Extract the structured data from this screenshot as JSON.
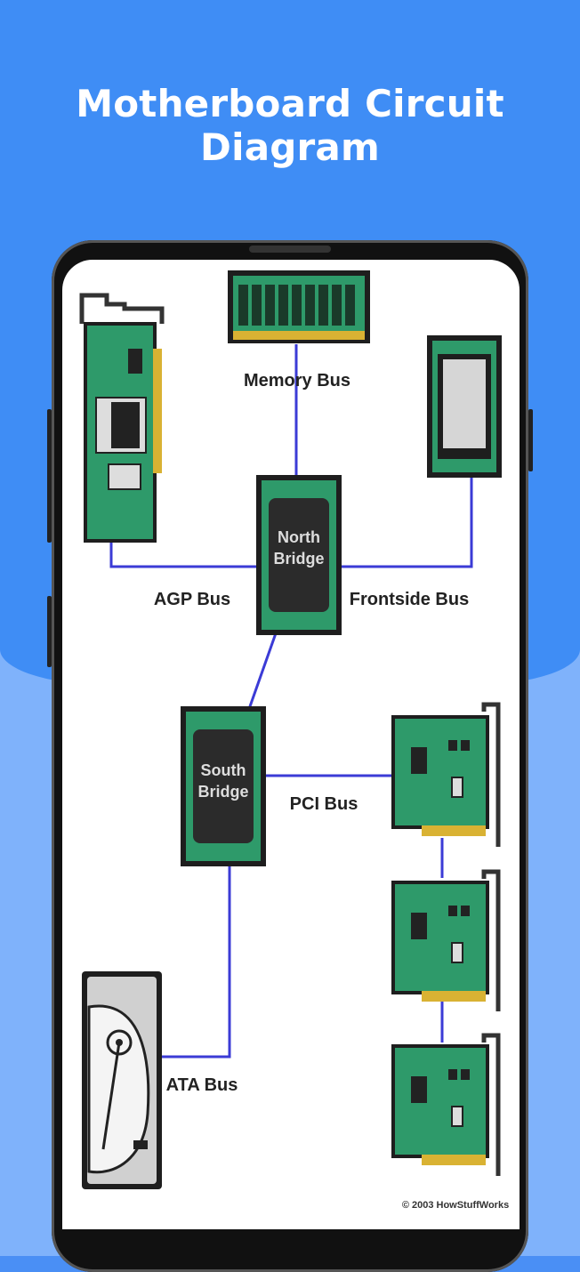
{
  "page": {
    "title": "Motherboard Circuit Diagram"
  },
  "diagram": {
    "labels": {
      "memory_bus": "Memory Bus",
      "agp_bus": "AGP Bus",
      "frontside_bus": "Frontside Bus",
      "pci_bus": "PCI Bus",
      "ata_bus": "ATA Bus",
      "north_bridge_line1": "North",
      "north_bridge_line2": "Bridge",
      "south_bridge_line1": "South",
      "south_bridge_line2": "Bridge",
      "copyright": "© 2003 HowStuffWorks"
    },
    "colors": {
      "board_green": "#2e9a6a",
      "bus_line": "#3b3bd6",
      "chip_dark": "#2b2b2b",
      "gold": "#d9b233"
    }
  }
}
